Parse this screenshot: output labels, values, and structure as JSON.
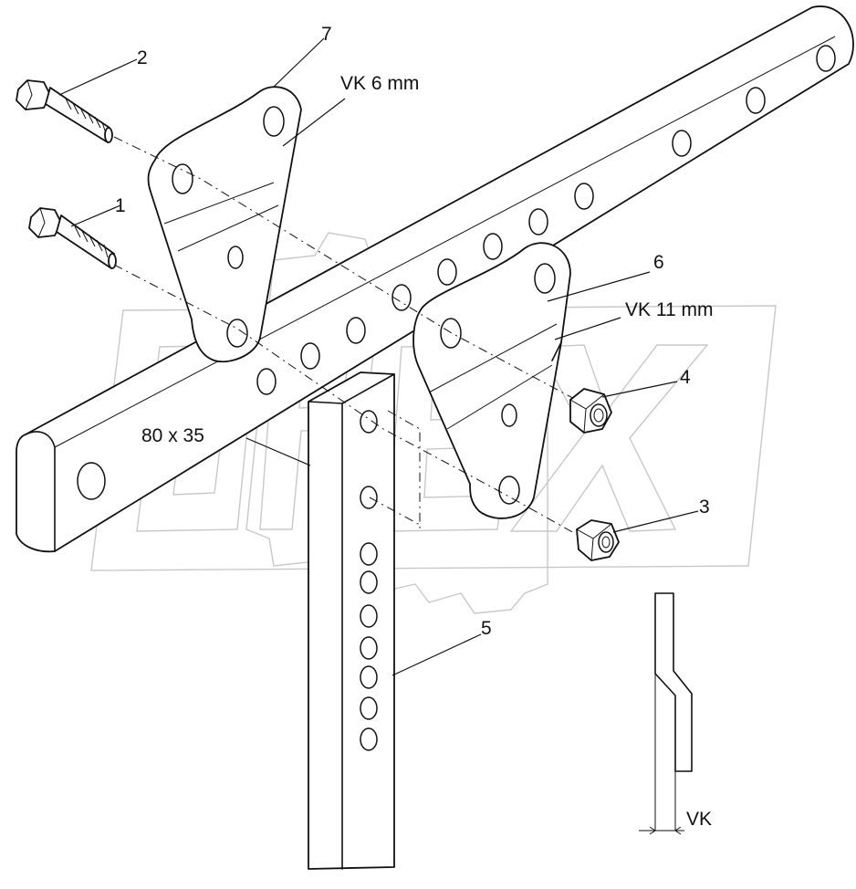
{
  "parts": [
    {
      "id": "label-1",
      "text": "1"
    },
    {
      "id": "label-2",
      "text": "2"
    },
    {
      "id": "label-3",
      "text": "3"
    },
    {
      "id": "label-4",
      "text": "4"
    },
    {
      "id": "label-5",
      "text": "5"
    },
    {
      "id": "label-6",
      "text": "6"
    },
    {
      "id": "label-7",
      "text": "7"
    }
  ],
  "annotations": {
    "vk6": "VK 6 mm",
    "vk11": "VK 11 mm",
    "beam_size": "80 x 35",
    "vk_detail": "VK"
  },
  "watermark": {
    "text": "OPEX",
    "color": "#c8c8c8"
  }
}
